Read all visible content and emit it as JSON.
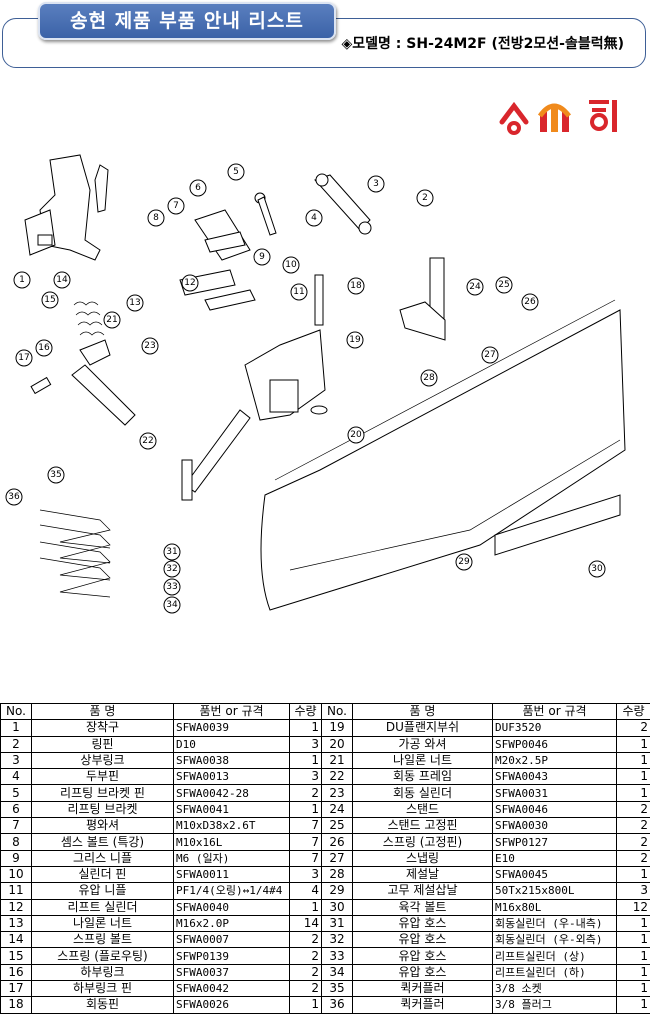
{
  "header": {
    "title": "송현 제품 부품 안내 리스트",
    "model": "◈모델명 : SH-24M2F (전방2모션-솔블럭無)"
  },
  "logo": {
    "text": "송현",
    "colors": {
      "red": "#d9262c",
      "orange": "#f08a1c"
    }
  },
  "callouts": [
    "1",
    "2",
    "3",
    "4",
    "5",
    "6",
    "7",
    "8",
    "9",
    "10",
    "11",
    "12",
    "13",
    "14",
    "15",
    "16",
    "17",
    "18",
    "19",
    "20",
    "21",
    "22",
    "23",
    "24",
    "25",
    "26",
    "27",
    "28",
    "29",
    "30",
    "31",
    "32",
    "33",
    "34",
    "35",
    "36"
  ],
  "table": {
    "headers": [
      "No.",
      "품 명",
      "품번 or 규격",
      "수량",
      "No.",
      "품 명",
      "품번 or 규격",
      "수량"
    ],
    "rows": [
      [
        "1",
        "장착구",
        "SFWA0039",
        "1",
        "19",
        "DU플랜지부쉬",
        "DUF3520",
        "2"
      ],
      [
        "2",
        "링핀",
        "D10",
        "3",
        "20",
        "가공 와셔",
        "SFWP0046",
        "1"
      ],
      [
        "3",
        "상부링크",
        "SFWA0038",
        "1",
        "21",
        "나일론 너트",
        "M20x2.5P",
        "1"
      ],
      [
        "4",
        "두부핀",
        "SFWA0013",
        "3",
        "22",
        "회동 프레임",
        "SFWA0043",
        "1"
      ],
      [
        "5",
        "리프팅 브라켓 핀",
        "SFWA0042-28",
        "2",
        "23",
        "회동 실린더",
        "SFWA0031",
        "1"
      ],
      [
        "6",
        "리프팅 브라켓",
        "SFWA0041",
        "1",
        "24",
        "스탠드",
        "SFWA0046",
        "2"
      ],
      [
        "7",
        "평와셔",
        "M10xD38x2.6T",
        "7",
        "25",
        "스탠드 고정핀",
        "SFWA0030",
        "2"
      ],
      [
        "8",
        "셈스 볼트 (특강)",
        "M10x16L",
        "7",
        "26",
        "스프링 (고정핀)",
        "SFWP0127",
        "2"
      ],
      [
        "9",
        "그리스 니플",
        "M6 (일자)",
        "7",
        "27",
        "스냅링",
        "E10",
        "2"
      ],
      [
        "10",
        "실린더 핀",
        "SFWA0011",
        "3",
        "28",
        "제설날",
        "SFWA0045",
        "1"
      ],
      [
        "11",
        "유압 니플",
        "PF1/4(오링)↔1/4#4",
        "4",
        "29",
        "고무 제설삽날",
        "50Tx215x800L",
        "3"
      ],
      [
        "12",
        "리프트 실린더",
        "SFWA0040",
        "1",
        "30",
        "육각 볼트",
        "M16x80L",
        "12"
      ],
      [
        "13",
        "나일론 너트",
        "M16x2.0P",
        "14",
        "31",
        "유압 호스",
        "회동실린더 (우-내측)",
        "1"
      ],
      [
        "14",
        "스프링 볼트",
        "SFWA0007",
        "2",
        "32",
        "유압 호스",
        "회동실린더 (우-외측)",
        "1"
      ],
      [
        "15",
        "스프링 (플로우팅)",
        "SFWP0139",
        "2",
        "33",
        "유압 호스",
        "리프트실린더 (상)",
        "1"
      ],
      [
        "16",
        "하부링크",
        "SFWA0037",
        "2",
        "34",
        "유압 호스",
        "리프트실린더 (하)",
        "1"
      ],
      [
        "17",
        "하부링크 핀",
        "SFWA0042",
        "2",
        "35",
        "퀵커플러",
        "3/8 소켓",
        "1"
      ],
      [
        "18",
        "회동핀",
        "SFWA0026",
        "1",
        "36",
        "퀵커플러",
        "3/8 플러그",
        "1"
      ]
    ]
  }
}
